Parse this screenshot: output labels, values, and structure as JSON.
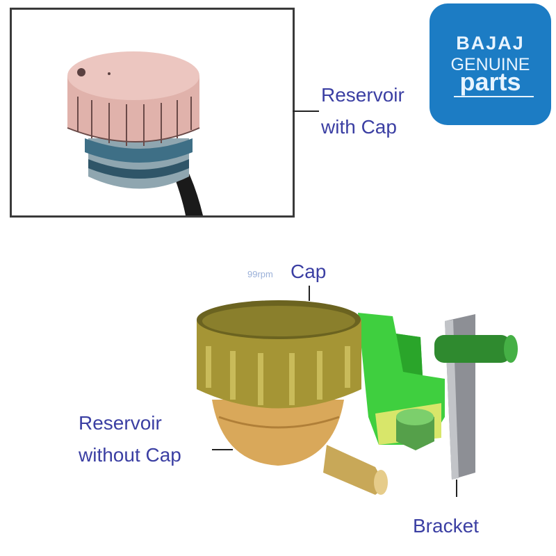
{
  "labels": {
    "reservoir_with_cap": [
      "Reservoir",
      "with Cap"
    ],
    "cap": "Cap",
    "reservoir_without_cap": [
      "Reservoir",
      "without Cap"
    ],
    "bracket": "Bracket"
  },
  "logo": {
    "line1": "BAJAJ",
    "line2": "GENUINE",
    "line3": "parts",
    "color": "#1c7cc4"
  },
  "watermark": "99rpm",
  "colors": {
    "label": "#3b3fa3",
    "cap_gold": "#b9a640",
    "bracket_green": "#3fcf3f",
    "inset_cap_pink": "#e3b5ae"
  }
}
